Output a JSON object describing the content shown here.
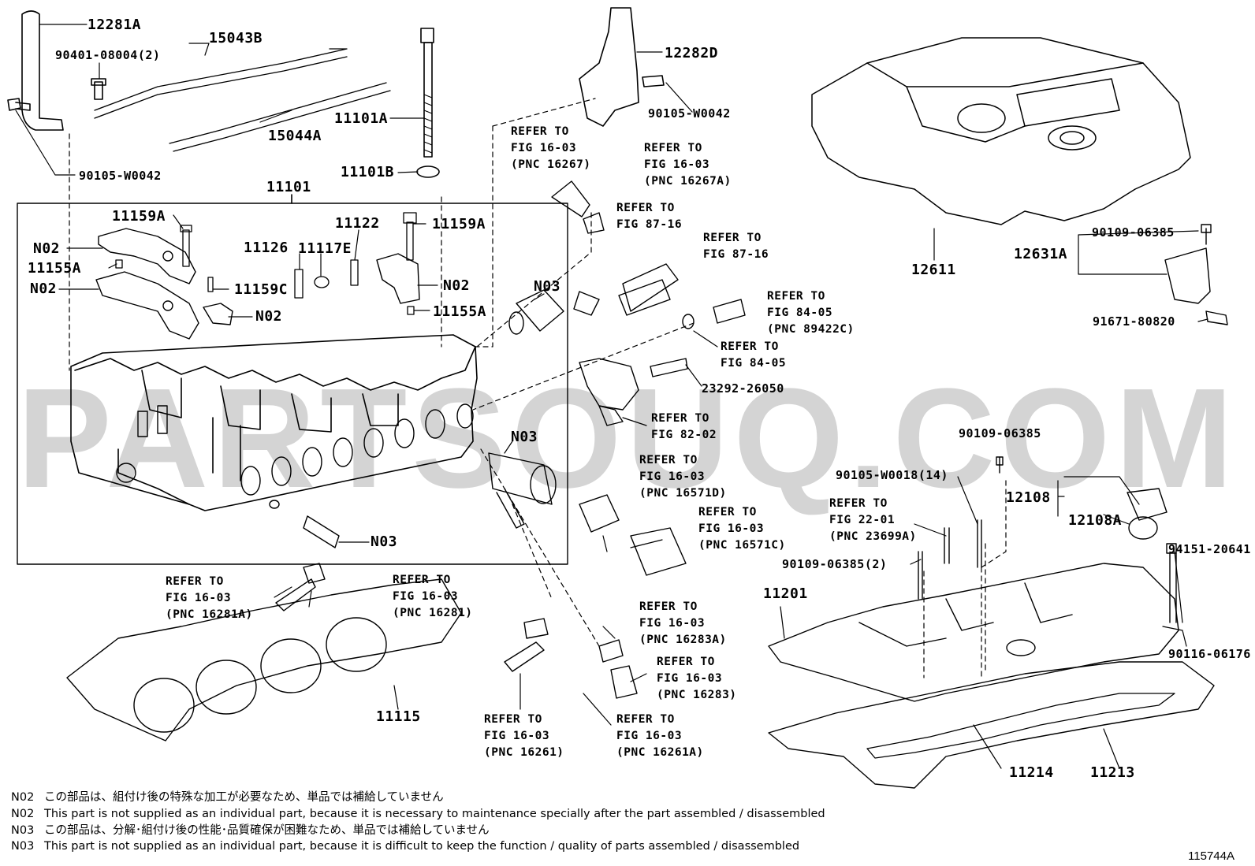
{
  "watermark": "PARTSOUQ.COM",
  "diagram_id": "115744A",
  "part_labels": {
    "p12281A": "12281A",
    "p90401": "90401-08004(2)",
    "p15043B": "15043B",
    "p15044A": "15044A",
    "p11101A": "11101A",
    "p11101B": "11101B",
    "p90105w_left": "90105-W0042",
    "p11101": "11101",
    "p11159A_l": "11159A",
    "p11159A_r": "11159A",
    "p11122": "11122",
    "p11126": "11126",
    "p11117E": "11117E",
    "pN02_a": "N02",
    "pN02_b": "N02",
    "pN02_c": "N02",
    "pN02_d": "N02",
    "p11155A_l": "11155A",
    "p11155A_r": "11155A",
    "p11159C": "11159C",
    "pN03_a": "N03",
    "pN03_b": "N03",
    "pN03_c": "N03",
    "p12282D": "12282D",
    "p90105w_mid": "90105-W0042",
    "p12611": "12611",
    "p12631A": "12631A",
    "p90109_06385_a": "90109-06385",
    "p91671": "91671-80820",
    "p23292": "23292-26050",
    "p90109_06385_b": "90109-06385",
    "p90105w0018": "90105-W0018(14)",
    "p12108": "12108",
    "p12108A": "12108A",
    "p94151": "94151-20641",
    "p90109_06385_c": "90109-06385(2)",
    "p11201": "11201",
    "p90116": "90116-06176",
    "p11115": "11115",
    "p11214": "11214",
    "p11213": "11213"
  },
  "refer_labels": {
    "r16267": "REFER TO\nFIG 16-03\n(PNC 16267)",
    "r16267A": "REFER TO\nFIG 16-03\n(PNC 16267A)",
    "r8716a": "REFER TO\nFIG 87-16",
    "r8716b": "REFER TO\nFIG 87-16",
    "r89422C": "REFER TO\nFIG 84-05\n(PNC 89422C)",
    "r8405": "REFER TO\nFIG 84-05",
    "r8202": "REFER TO\nFIG 82-02",
    "r16571D": "REFER TO\nFIG 16-03\n(PNC 16571D)",
    "r16571C": "REFER TO\nFIG 16-03\n(PNC 16571C)",
    "r23699A": "REFER TO\nFIG 22-01\n(PNC 23699A)",
    "r16281A": "REFER TO\nFIG 16-03\n(PNC 16281A)",
    "r16281": "REFER TO\nFIG 16-03\n(PNC 16281)",
    "r16283A": "REFER TO\nFIG 16-03\n(PNC 16283A)",
    "r16283": "REFER TO\nFIG 16-03\n(PNC 16283)",
    "r16261": "REFER TO\nFIG 16-03\n(PNC 16261)",
    "r16261A": "REFER TO\nFIG 16-03\n(PNC 16261A)"
  },
  "notes": [
    {
      "code": "N02",
      "text": "この部品は、組付け後の特殊な加工が必要なため、単品では補給していません"
    },
    {
      "code": "N02",
      "text": "This part is not supplied as an individual part, because it is necessary to maintenance specially after the part assembled / disassembled"
    },
    {
      "code": "N03",
      "text": "この部品は、分解･組付け後の性能･品質確保が困難なため、単品では補給していません"
    },
    {
      "code": "N03",
      "text": "This part is not supplied as an individual part, because it is difficult to keep the function / quality of parts  assembled / disassembled"
    }
  ]
}
